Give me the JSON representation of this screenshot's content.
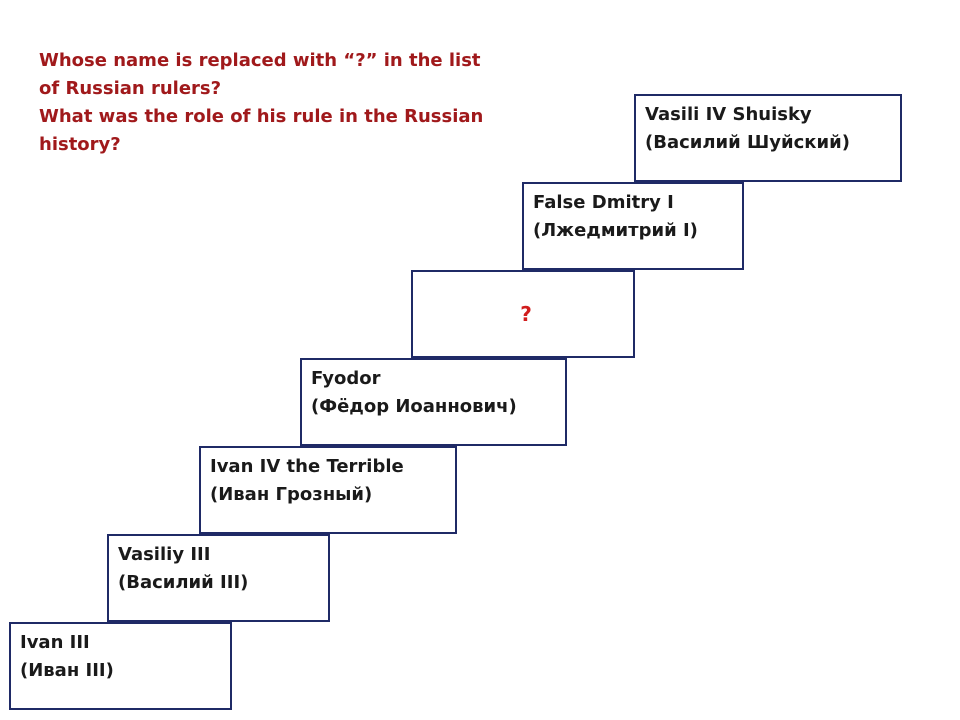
{
  "question": {
    "lines": [
      "Whose name is replaced with “?” in the list",
      "of Russian rulers?",
      "What was the role of his rule in the Russian",
      "history?"
    ]
  },
  "colors": {
    "question_text": "#a0191b",
    "box_border": "#1f2a66",
    "unknown_mark": "#d11d1d"
  },
  "rulers": [
    {
      "name": "Ivan III",
      "native": "(Иван III)"
    },
    {
      "name": "Vasiliy III",
      "native": "(Василий III)"
    },
    {
      "name": "Ivan IV the Terrible",
      "native": "(Иван Грозный)"
    },
    {
      "name": "Fyodor",
      "native": "(Фёдор Иоаннович)"
    },
    {
      "name": "?",
      "native": ""
    },
    {
      "name": "False Dmitry I",
      "native": "(Лжедмитрий I)"
    },
    {
      "name": "Vasili IV Shuisky",
      "native": "(Василий Шуйский)"
    }
  ]
}
